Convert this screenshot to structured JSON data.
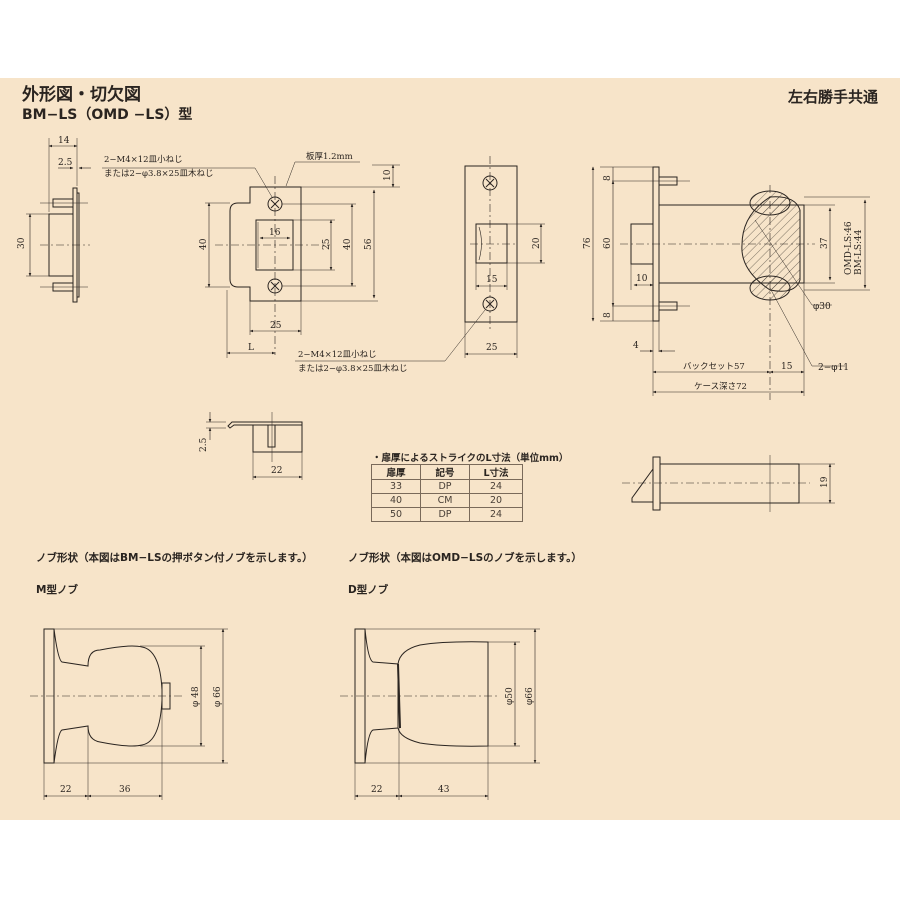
{
  "header": {
    "title": "外形図・切欠図",
    "model": "BM−LS（OMD −LS）型",
    "handing_note": "左右勝手共通"
  },
  "strike_side_view": {
    "dims": {
      "width": "14",
      "plate": "2.5",
      "height": "30"
    }
  },
  "strike_front_view": {
    "screw_note_top": [
      "2−M4×12皿小ねじ",
      "または2−φ3.8×25皿木ねじ"
    ],
    "plate_thickness": "板厚1.2mm",
    "dims": {
      "top_offset": "10",
      "opening_width": "16",
      "opening_height": "25",
      "inner_height": "40",
      "left_height": "40",
      "total_height": "56",
      "width": "25",
      "L": "L"
    }
  },
  "latch_front_view": {
    "screw_note_bottom": [
      "2−M4×12皿小ねじ",
      "または2−φ3.8×25皿木ねじ"
    ],
    "dims": {
      "bolt_height": "20",
      "bolt_width": "15",
      "width": "25"
    }
  },
  "case_section_view": {
    "dims": {
      "top_offset": "8",
      "bottom_offset": "8",
      "total_height": "76",
      "inner_height": "60",
      "bolt_projection": "10",
      "face_thickness": "4",
      "case_height": "37",
      "hub_diameter": "φ30",
      "hole_note": "2−φ11",
      "backset": "バックセット57",
      "rest": "15",
      "case_depth": "ケース深さ72",
      "thickness_labels": [
        "OMD-LS:46",
        "BM-LS:44"
      ]
    }
  },
  "strike_bottom_view": {
    "dims": {
      "lip": "2.5",
      "width": "22"
    }
  },
  "latch_side_view": {
    "dims": {
      "diameter": "19"
    }
  },
  "strike_table": {
    "title": "・扉厚によるストライクのL寸法（単位mm）",
    "columns": [
      "扉厚",
      "記号",
      "L寸法"
    ],
    "rows": [
      [
        "33",
        "DP",
        "24"
      ],
      [
        "40",
        "CM",
        "20"
      ],
      [
        "50",
        "DP",
        "24"
      ]
    ]
  },
  "knob_m": {
    "section_caption": "ノブ形状（本図はBM−LSの押ボタン付ノブを示します。）",
    "label": "M型ノブ",
    "dims": {
      "inner_diameter": "φ 48",
      "outer_diameter": "φ 66",
      "rose": "22",
      "knob": "36"
    }
  },
  "knob_d": {
    "section_caption": "ノブ形状（本図はOMD−LSのノブを示します。）",
    "label": "D型ノブ",
    "dims": {
      "inner_diameter": "φ50",
      "outer_diameter": "φ66",
      "rose": "22",
      "knob": "43"
    }
  },
  "colors": {
    "paper": "#f7e4c9",
    "ink": "#2a2420"
  }
}
